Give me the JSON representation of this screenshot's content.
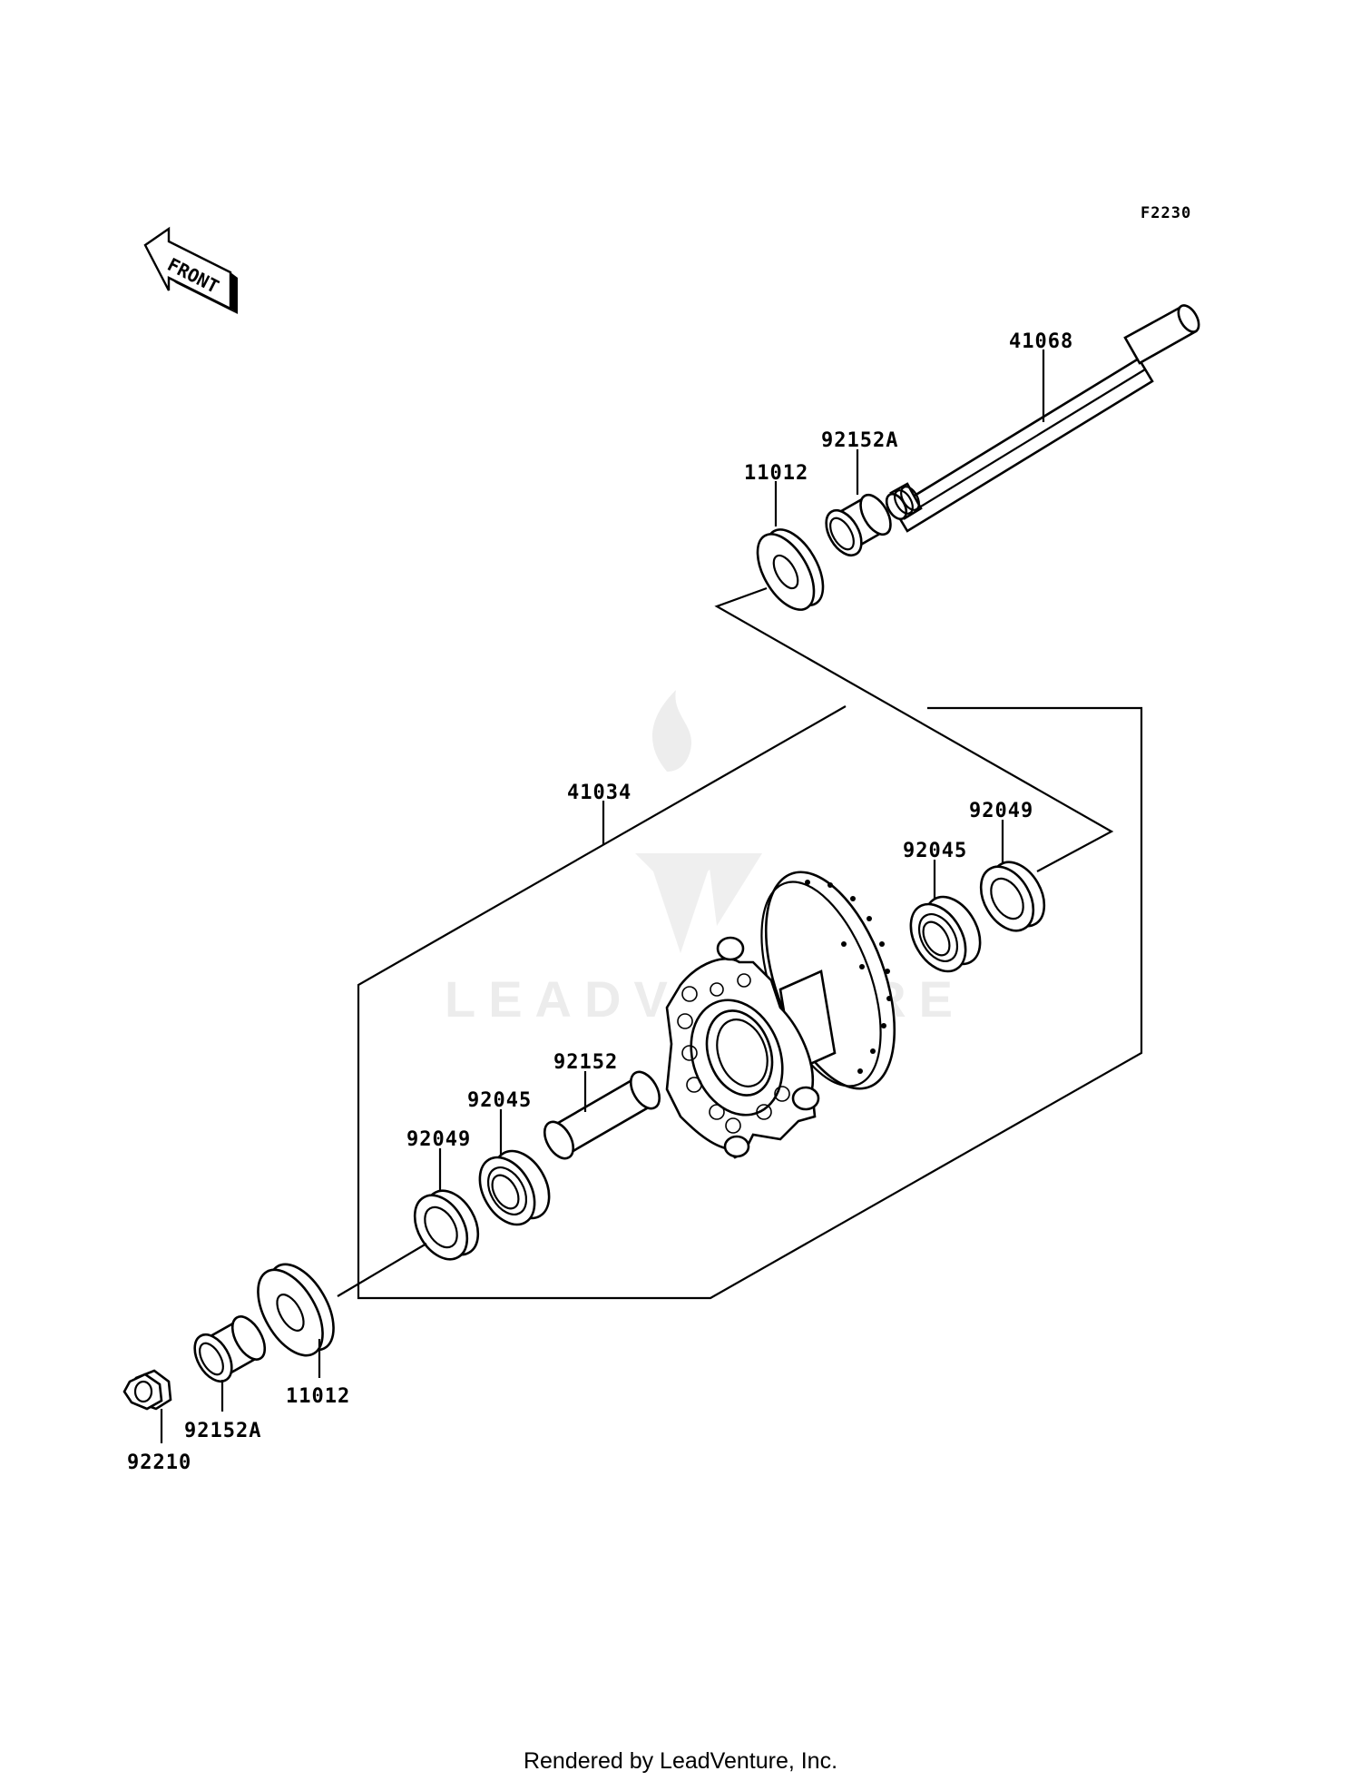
{
  "figure_code": "F2230",
  "front_label": "FRONT",
  "parts": {
    "axle": "41068",
    "collar_upper": "92152A",
    "cover_upper": "11012",
    "hub_assembly": "41034",
    "oil_seal_right": "92049",
    "bearing_right": "92045",
    "sleeve": "92152",
    "bearing_left": "92045",
    "oil_seal_left": "92049",
    "cover_lower": "11012",
    "collar_lower": "92152A",
    "nut": "92210"
  },
  "watermark": "LEADVENTURE",
  "footer": "Rendered by LeadVenture, Inc."
}
